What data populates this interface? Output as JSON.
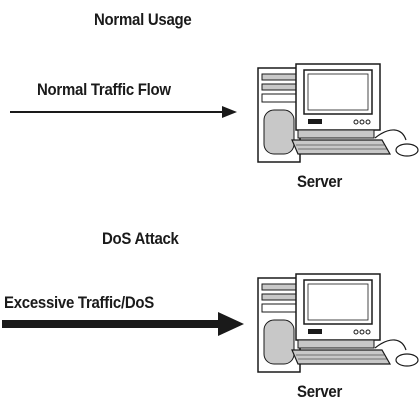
{
  "sections": [
    {
      "title": "Normal Usage",
      "arrow_label": "Normal Traffic Flow",
      "server_label": "Server",
      "icon": "server-computer-icon"
    },
    {
      "title": "DoS Attack",
      "arrow_label": "Excessive Traffic/DoS",
      "server_label": "Server",
      "icon": "server-computer-icon"
    }
  ],
  "colors": {
    "ink": "#1a1a1a",
    "shade": "#c8c8c8",
    "background": "#ffffff"
  }
}
